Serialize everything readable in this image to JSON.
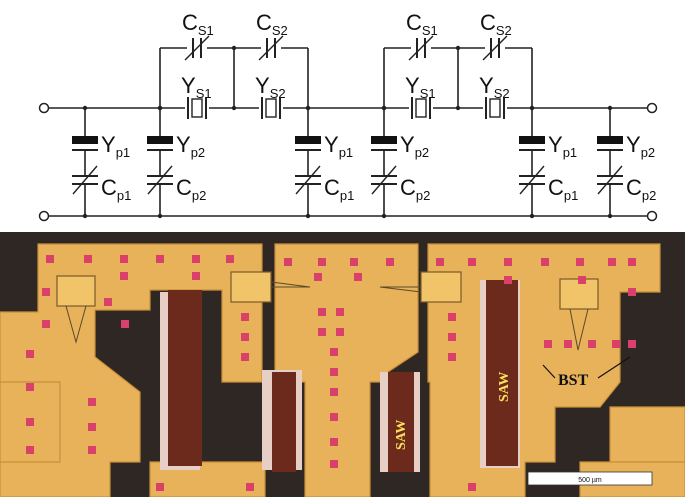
{
  "schematic": {
    "labels": {
      "cs1": "C",
      "cs1_sub": "S1",
      "cs2": "C",
      "cs2_sub": "S2",
      "ys1": "Y",
      "ys1_sub": "S1",
      "ys2": "Y",
      "ys2_sub": "S2",
      "yp1": "Y",
      "yp1_sub": "p1",
      "yp2": "Y",
      "yp2_sub": "p2",
      "cp1": "C",
      "cp1_sub": "p1",
      "cp2": "C",
      "cp2_sub": "p2"
    }
  },
  "micrograph": {
    "saw_label": "SAW",
    "bst_label": "BST",
    "scalebar_label": "500 µm",
    "colors": {
      "metal": "#e8b25a",
      "substrate": "#2e2723",
      "saw": "#6b2a1c",
      "pad": "#d9406a"
    }
  }
}
